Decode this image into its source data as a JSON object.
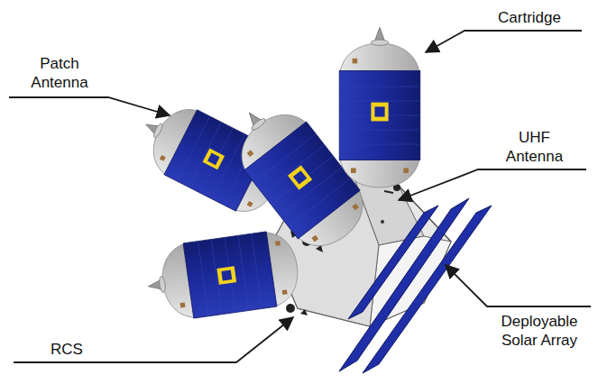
{
  "diagram": {
    "labels": [
      "Cartridge",
      "Patch Antenna",
      "UHF Antenna",
      "Deployable Solar Array",
      "RCS"
    ]
  }
}
